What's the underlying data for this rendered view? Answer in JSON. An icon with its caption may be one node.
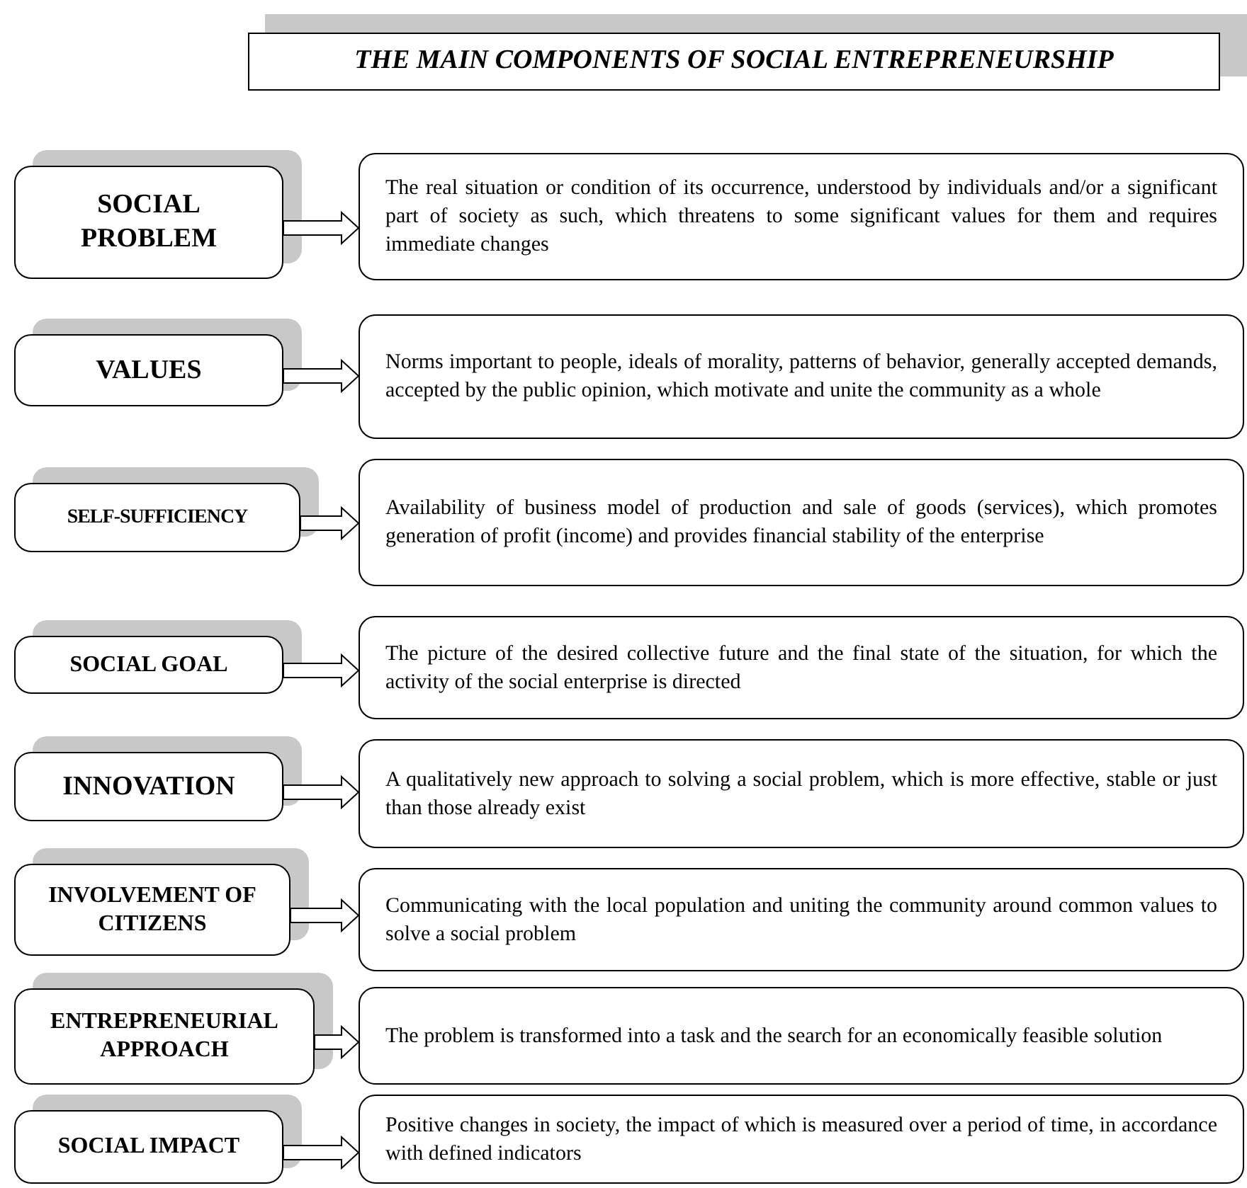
{
  "diagram": {
    "title": "THE MAIN COMPONENTS OF SOCIAL ENTREPRENEURSHIP",
    "nodes": [
      {
        "text": [
          "SOCIAL PROBLEM"
        ]
      },
      {
        "text": [
          "The real situation or condition of its occurrence, understood by individuals and/or a significant part of society as such, which threatens to some significant values for them and requires immediate changes"
        ]
      },
      {
        "text": [
          "VALUES"
        ]
      },
      {
        "text": [
          "Norms important to people, ideals of morality, patterns of behavior, generally accepted demands, accepted by the public opinion, which motivate and unite the community as a whole"
        ]
      },
      {
        "text": [
          "SELF-SUFFICIENCY"
        ]
      },
      {
        "text": [
          "Availability of business model of production and sale of goods (services), which promotes generation of profit (income) and provides financial stability of the enterprise"
        ]
      },
      {
        "text": [
          "SOCIAL GOAL"
        ]
      },
      {
        "text": [
          "The picture of the desired collective future and the final state of the situation, for which the activity of the social enterprise is directed"
        ]
      },
      {
        "text": [
          "INNOVATION"
        ]
      },
      {
        "text": [
          "A qualitatively new approach to solving a social problem, which is more effective, stable or just than those already exist"
        ]
      },
      {
        "text": [
          "INVOLVEMENT OF CITIZENS"
        ]
      },
      {
        "text": [
          "Communicating with the local population and uniting the community around common values to solve a social problem"
        ]
      },
      {
        "text": [
          "ENTREPRENEURIAL APPROACH"
        ]
      },
      {
        "text": [
          "The problem is transformed into a task and the search for an economically feasible solution"
        ]
      },
      {
        "text": [
          "SOCIAL IMPACT"
        ]
      },
      {
        "text": [
          "Positive changes in society, the impact of which is measured over a period of time, in accordance with defined indicators"
        ]
      }
    ],
    "edges": [
      {
        "from": 0,
        "to": 1,
        "arrow": "to"
      },
      {
        "from": 2,
        "to": 3,
        "arrow": "to"
      },
      {
        "from": 4,
        "to": 5,
        "arrow": "to"
      },
      {
        "from": 6,
        "to": 7,
        "arrow": "to"
      },
      {
        "from": 8,
        "to": 9,
        "arrow": "to"
      },
      {
        "from": 10,
        "to": 11,
        "arrow": "to"
      },
      {
        "from": 12,
        "to": 13,
        "arrow": "to"
      },
      {
        "from": 14,
        "to": 15,
        "arrow": "to"
      }
    ]
  }
}
